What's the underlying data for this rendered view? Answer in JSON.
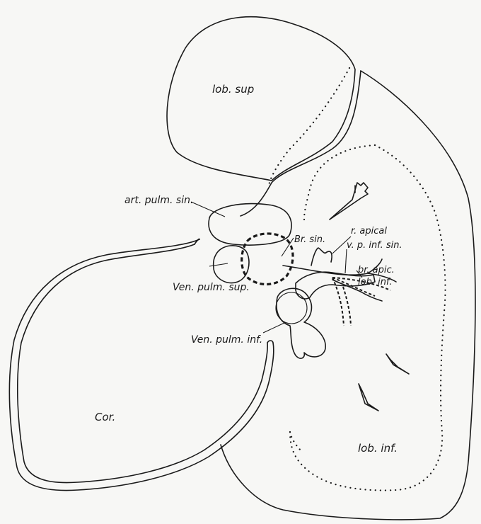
{
  "labels": {
    "lob_sup": "lob. sup",
    "art_pulm_sin": "art. pulm. sin.",
    "br_sin": "Br. sin.",
    "r_apical": "r. apical",
    "v_p_inf_sin": "v. p. inf. sin.",
    "br_apic": "br. apic.",
    "lob_inf_small": "lob. inf.",
    "ven_pulm_sup": "Ven. pulm. sup.",
    "ven_pulm_inf": "Ven. pulm. inf.",
    "cor": "Cor.",
    "lob_inf": "lob. inf."
  },
  "colors": {
    "ink": "#1a1a1a",
    "paper": "#f7f7f5"
  }
}
